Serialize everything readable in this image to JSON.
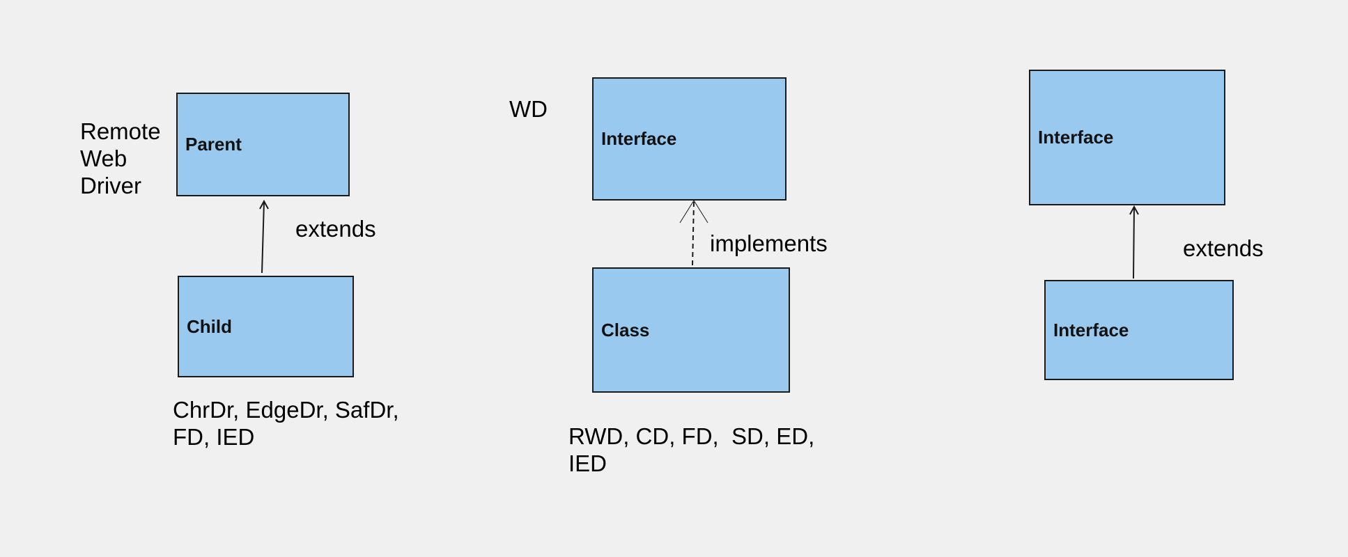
{
  "colors": {
    "box_fill": "#99c9ef",
    "box_border": "#1a1a1a",
    "background": "#f0f0f0"
  },
  "left_group": {
    "parent_box": "Parent",
    "child_box": "Child",
    "side_label": [
      "Remote",
      "Web",
      "Driver"
    ],
    "relation": "extends",
    "footnote": [
      "ChrDr, EdgeDr, SafDr,",
      "FD, IED"
    ]
  },
  "middle_group": {
    "top_box": "Interface",
    "bottom_box": "Class",
    "side_label": "WD",
    "relation": "implements",
    "footnote": [
      "RWD, CD, FD,  SD, ED,",
      "IED"
    ]
  },
  "right_group": {
    "top_box": "Interface",
    "bottom_box": "Interface",
    "relation": "extends"
  }
}
